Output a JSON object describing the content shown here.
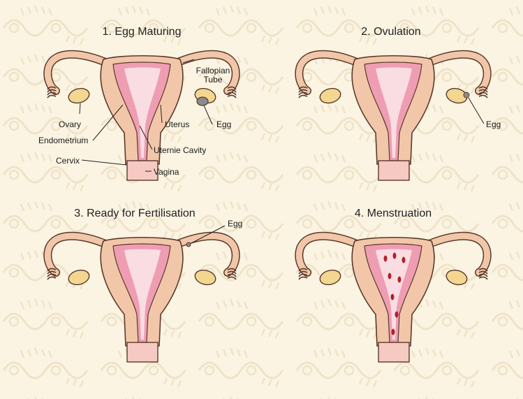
{
  "panels": [
    {
      "title": "1. Egg Maturing",
      "labels": {
        "fallopian_tube_line1": "Fallopian",
        "fallopian_tube_line2": "Tube",
        "ovary": "Ovary",
        "egg": "Egg",
        "uterus": "Uterus",
        "endometrium": "Endometrium",
        "uterine_cavity": "Uternie Cavity",
        "cervix": "Cervix",
        "vagina": "Vagina"
      }
    },
    {
      "title": "2. Ovulation",
      "labels": {
        "egg": "Egg"
      }
    },
    {
      "title": "3. Ready for Fertilisation",
      "labels": {
        "egg": "Egg"
      }
    },
    {
      "title": "4. Menstruation",
      "labels": {}
    }
  ],
  "colors": {
    "background": "#fbf4e3",
    "pattern": "#efe2c6",
    "uterus_fill": "#f2c7a9",
    "uterus_outline": "#5a3a2a",
    "endometrium": "#ef9db2",
    "cavity": "#f9dde3",
    "ovary": "#f3d690",
    "egg": "#8a8a8a",
    "vagina": "#f6c9c2",
    "blood": "#b3202a"
  }
}
